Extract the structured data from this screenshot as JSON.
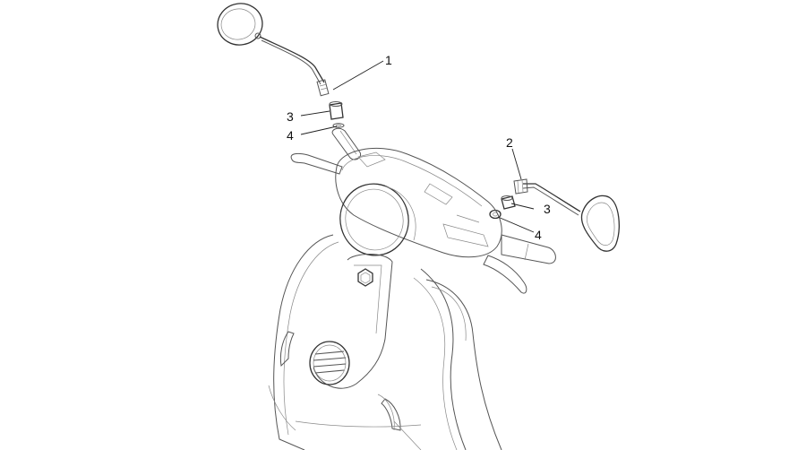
{
  "diagram": {
    "callouts": [
      {
        "id": "c1",
        "label": "1"
      },
      {
        "id": "c2",
        "label": "2"
      },
      {
        "id": "c3a",
        "label": "3"
      },
      {
        "id": "c4a",
        "label": "4"
      },
      {
        "id": "c3b",
        "label": "3"
      },
      {
        "id": "c4b",
        "label": "4"
      }
    ]
  }
}
